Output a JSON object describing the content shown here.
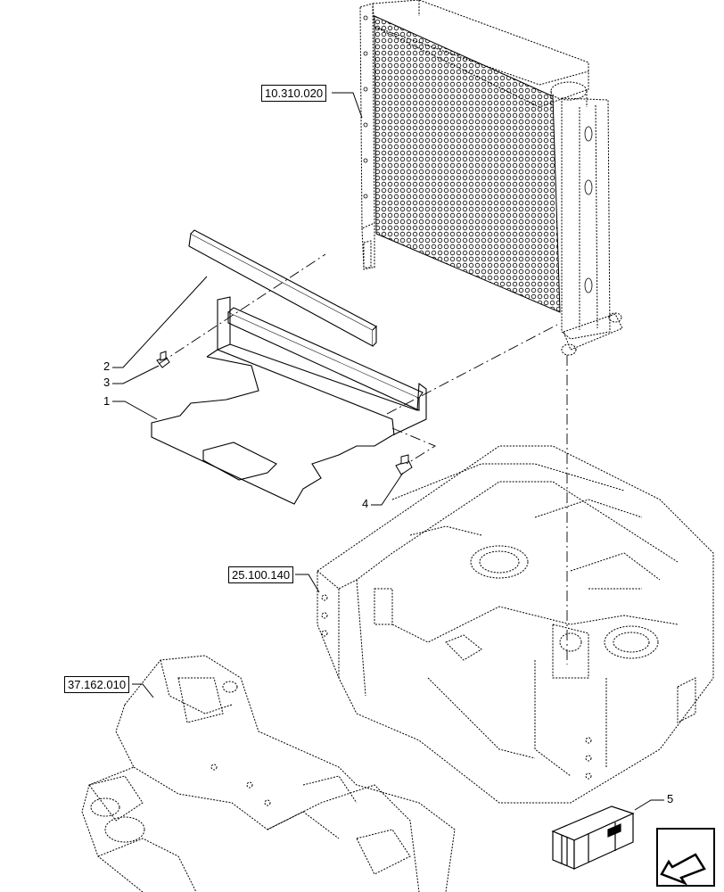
{
  "references": [
    {
      "id": "radiator",
      "label": "10.310.020"
    },
    {
      "id": "front-axle-support",
      "label": "25.100.140"
    },
    {
      "id": "front-frame",
      "label": "37.162.010"
    }
  ],
  "callouts": [
    "1",
    "2",
    "3",
    "4",
    "5"
  ],
  "icons": {
    "kit": "kit-box-icon",
    "nav": "previous-arrow-icon"
  }
}
